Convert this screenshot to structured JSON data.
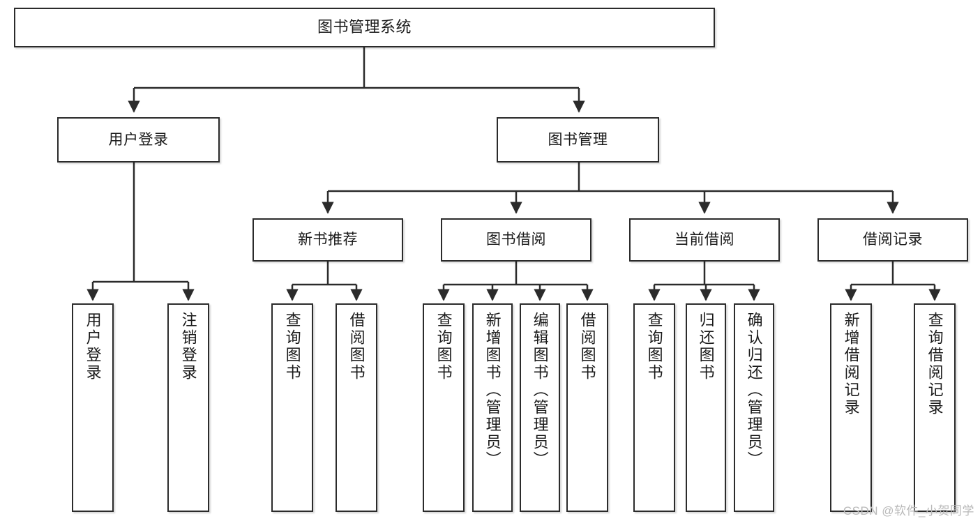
{
  "diagram": {
    "title": "图书管理系统",
    "type": "hierarchy-tree",
    "watermark": "CSDN @软件_小贺同学",
    "colors": {
      "stroke": "#2b2b2b",
      "fill": "#ffffff",
      "text": "#1a1a1a",
      "watermark": "#b9b9b9"
    },
    "nodes": {
      "root": {
        "label": "图书管理系统"
      },
      "level2": [
        {
          "id": "user-login",
          "label": "用户登录"
        },
        {
          "id": "book-manage",
          "label": "图书管理"
        }
      ],
      "level3": [
        {
          "id": "new-book-recommend",
          "label": "新书推荐"
        },
        {
          "id": "book-borrow",
          "label": "图书借阅"
        },
        {
          "id": "current-borrow",
          "label": "当前借阅"
        },
        {
          "id": "borrow-record",
          "label": "借阅记录"
        }
      ],
      "leaves": {
        "user-login": [
          {
            "id": "leaf-user-login",
            "label": "用户登录"
          },
          {
            "id": "leaf-user-logout",
            "label": "注销登录"
          }
        ],
        "new-book-recommend": [
          {
            "id": "leaf-query-book-1",
            "label": "查询图书"
          },
          {
            "id": "leaf-borrow-book-1",
            "label": "借阅图书"
          }
        ],
        "book-borrow": [
          {
            "id": "leaf-query-book-2",
            "label": "查询图书"
          },
          {
            "id": "leaf-add-book",
            "label": "新增图书（管理员）"
          },
          {
            "id": "leaf-edit-book",
            "label": "编辑图书（管理员）"
          },
          {
            "id": "leaf-borrow-book-2",
            "label": "借阅图书"
          }
        ],
        "current-borrow": [
          {
            "id": "leaf-query-book-3",
            "label": "查询图书"
          },
          {
            "id": "leaf-return-book",
            "label": "归还图书"
          },
          {
            "id": "leaf-confirm-return",
            "label": "确认归还（管理员）"
          }
        ],
        "borrow-record": [
          {
            "id": "leaf-add-record",
            "label": "新增借阅记录"
          },
          {
            "id": "leaf-query-record",
            "label": "查询借阅记录"
          }
        ]
      }
    }
  }
}
